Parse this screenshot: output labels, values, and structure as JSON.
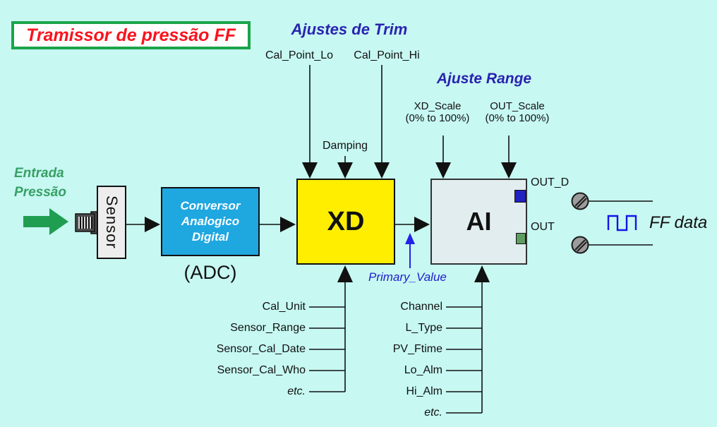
{
  "title": {
    "text": "Tramissor de pressão FF"
  },
  "trim": {
    "heading": "Ajustes de Trim",
    "cal_point_lo": "Cal_Point_Lo",
    "cal_point_hi": "Cal_Point_Hi",
    "damping": "Damping"
  },
  "range": {
    "heading": "Ajuste Range",
    "xd_scale": "XD_Scale",
    "xd_scale_pct": "(0% to 100%)",
    "out_scale": "OUT_Scale",
    "out_scale_pct": "(0% to 100%)"
  },
  "input": {
    "line1": "Entrada",
    "line2": "Pressão"
  },
  "blocks": {
    "sensor": "Sensor",
    "adc_line1": "Conversor",
    "adc_line2": "Analogico",
    "adc_line3": "Digital",
    "adc_caption": "(ADC)",
    "xd": "XD",
    "ai": "AI"
  },
  "outputs": {
    "out_d": "OUT_D",
    "out": "OUT",
    "ff_data": "FF data",
    "primary_value": "Primary_Value"
  },
  "xd_params": [
    "Cal_Unit",
    "Sensor_Range",
    "Sensor_Cal_Date",
    "Sensor_Cal_Who",
    "etc."
  ],
  "ai_params": [
    "Channel",
    "L_Type",
    "PV_Ftime",
    "Lo_Alm",
    "Hi_Alm",
    "etc."
  ],
  "colors": {
    "background": "#C7F8F2",
    "title_text": "#F8141E",
    "title_border": "#1BA44A",
    "heading_blue": "#2A23B0",
    "input_label_green": "#37A065",
    "flow_arrow_green": "#1F9E52",
    "adc_fill": "#1FA7E0",
    "xd_fill": "#FFEE00",
    "ai_fill": "#E2EDEF",
    "port_out_d_blue": "#2222C0",
    "port_out_green": "#5F9C61",
    "primary_value_blue": "#2121CC",
    "signal_wave_blue": "#1414E6"
  }
}
